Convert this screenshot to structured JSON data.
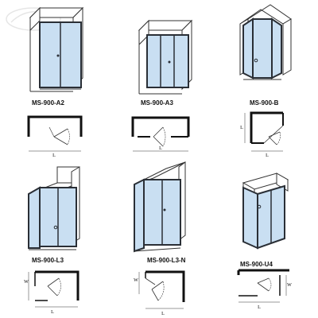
{
  "products": [
    {
      "model": "MS-900-A2",
      "dim_a": "",
      "dim_b": "L"
    },
    {
      "model": "MS-900-A3",
      "dim_a": "",
      "dim_b": "L"
    },
    {
      "model": "MS-900-B",
      "dim_a": "L",
      "dim_b": "L"
    },
    {
      "model": "MS-900-L3",
      "dim_a": "W",
      "dim_b": "L"
    },
    {
      "model": "MS-900-L3-N",
      "dim_a": "W",
      "dim_b": "L"
    },
    {
      "model": "MS-900-U4",
      "dim_a": "W",
      "dim_b": "L"
    }
  ],
  "colors": {
    "glass": "#c9dff2",
    "frame": "#2a2f36",
    "wall": "#ffffff",
    "line": "#333333"
  }
}
